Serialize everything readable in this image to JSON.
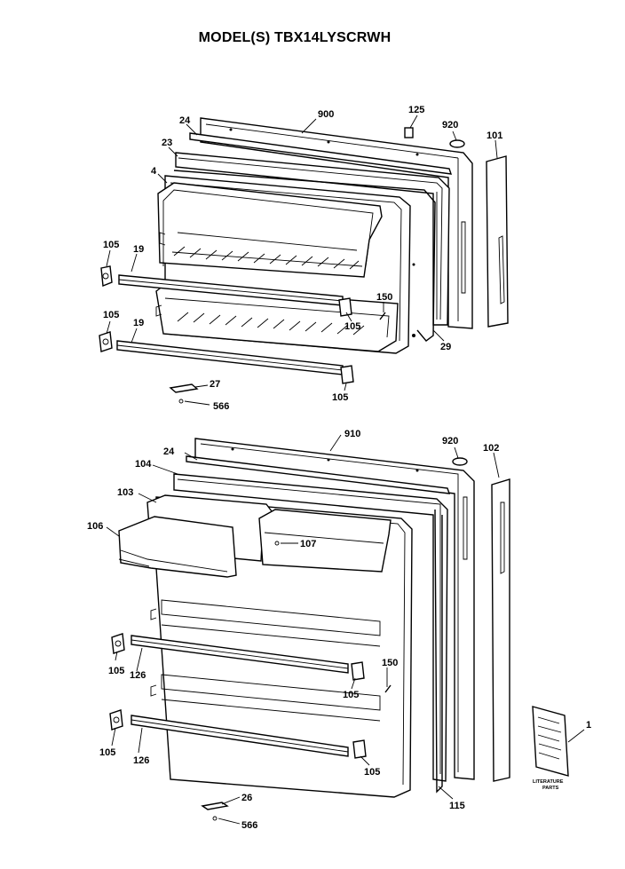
{
  "title": "MODEL(S) TBX14LYSCRWH",
  "callouts": {
    "c900": "900",
    "c125": "125",
    "c920a": "920",
    "c101": "101",
    "c24a": "24",
    "c23": "23",
    "c4": "4",
    "c105a": "105",
    "c19a": "19",
    "c105b": "105",
    "c19b": "19",
    "c105c": "105",
    "c150a": "150",
    "c29": "29",
    "c27": "27",
    "c566a": "566",
    "c105d": "105",
    "c910": "910",
    "c920b": "920",
    "c102": "102",
    "c24b": "24",
    "c104": "104",
    "c103": "103",
    "c106": "106",
    "c107": "107",
    "c105e": "105",
    "c126a": "126",
    "c150b": "150",
    "c105f": "105",
    "c105g": "105",
    "c126b": "126",
    "c105h": "105",
    "c115": "115",
    "c26": "26",
    "c566b": "566",
    "c1": "1"
  },
  "literature": {
    "line1": "LITERATURE",
    "line2": "PARTS"
  }
}
